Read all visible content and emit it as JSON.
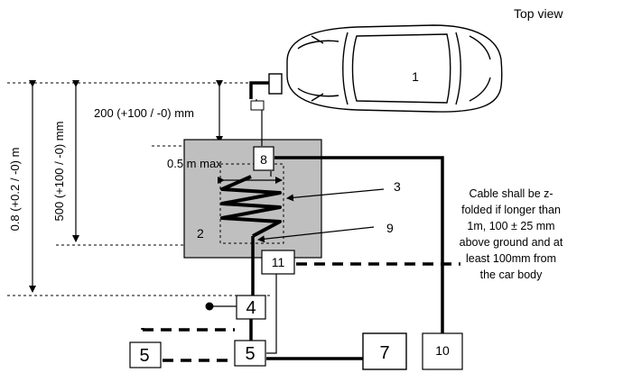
{
  "title": "Top view",
  "dimensions": {
    "overall_height": "0.8 (+0.2 / -0) m",
    "plate_height": "500 (+100 / -0) mm",
    "gap_to_plate": "200  (+100  / -0) mm",
    "coil_width": "0.5 m max"
  },
  "components": {
    "car": "1",
    "coil_area": "2",
    "coil": "3",
    "box_4": "4",
    "box_5_left": "5",
    "box_5_right": "5",
    "box_7": "7",
    "box_8": "8",
    "coil_end": "9",
    "box_10": "10",
    "box_11": "11"
  },
  "note": [
    "Cable shall be z-",
    "folded if longer than",
    "1m, 100 ± 25  mm",
    "above ground and at",
    "least 100mm from",
    "the car body"
  ]
}
